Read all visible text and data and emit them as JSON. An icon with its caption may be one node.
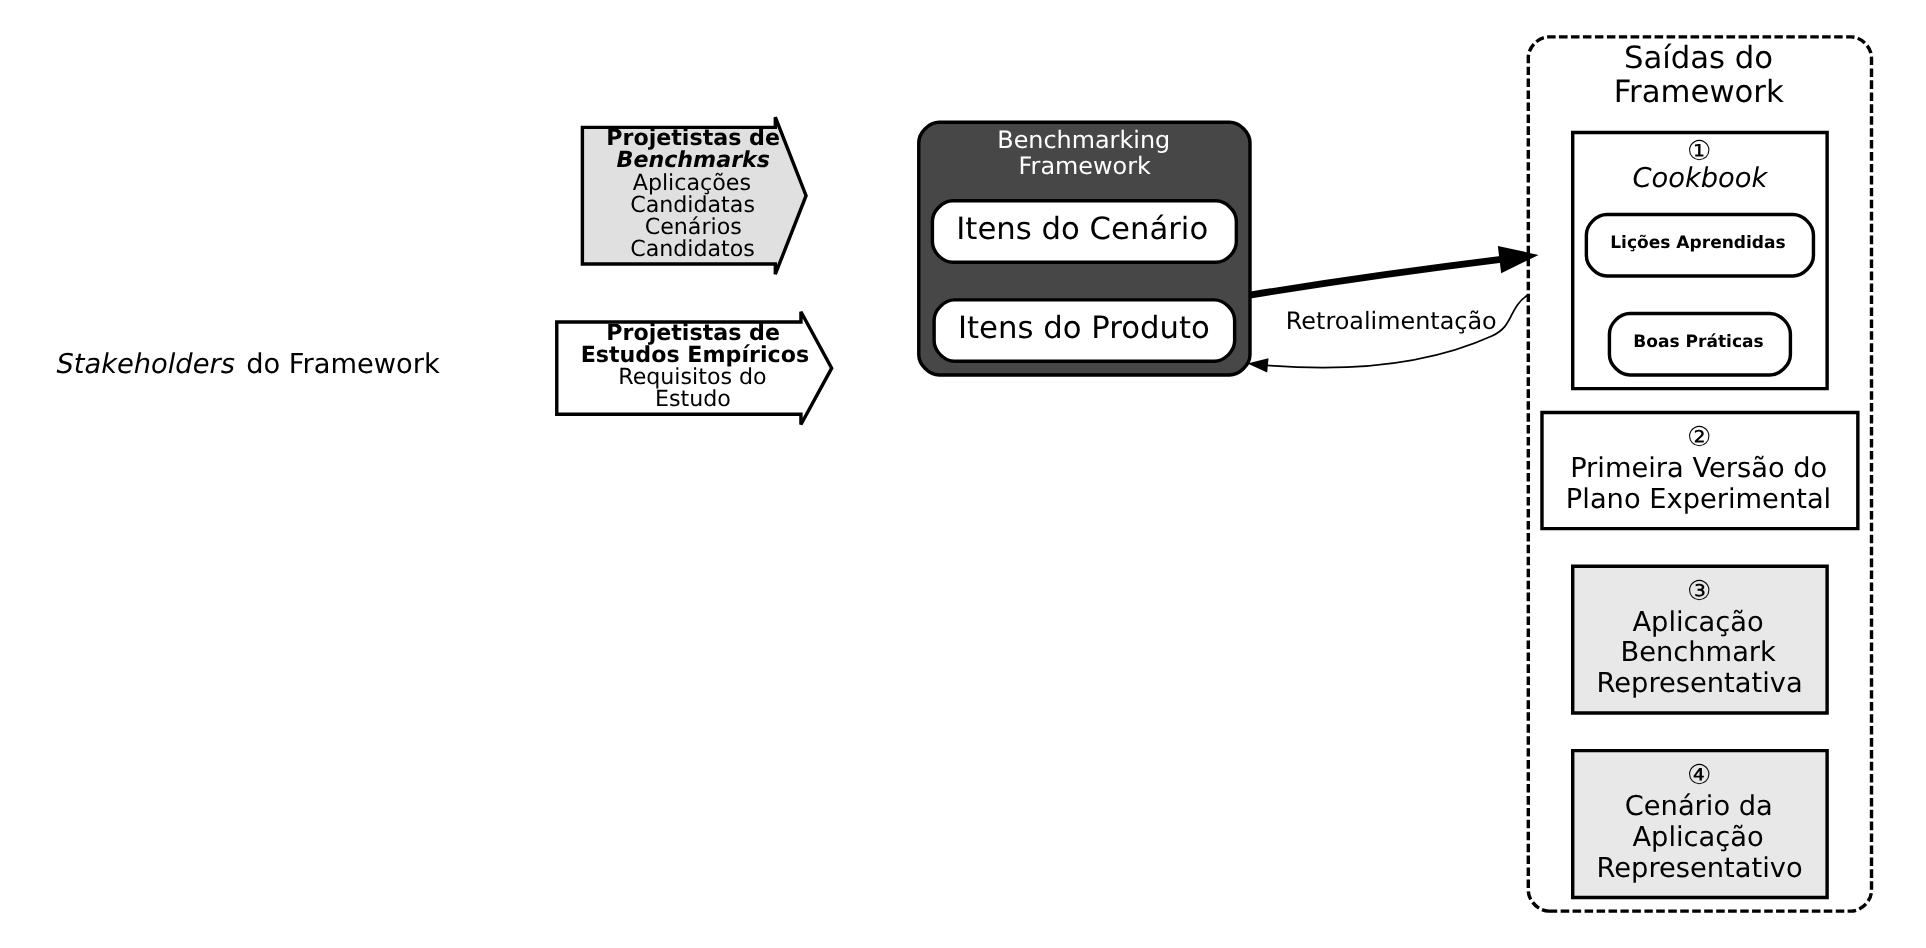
{
  "diagram": {
    "nodes": [
      {
        "text": [
          "Projetistas de Estudos Empíricos",
          "Requisitos do Estudo"
        ]
      },
      {
        "text": [
          "Projetistas de *Benchmarks*",
          "Aplicações Candidatas",
          "Cenários Candidatos"
        ]
      },
      {
        "text": [
          "Benchmarking Framework"
        ]
      },
      {
        "text": [
          "Itens do Produto"
        ],
        "in": 2
      },
      {
        "text": [
          "Itens do Cenário"
        ],
        "in": 2
      },
      {
        "text": [
          "Saídas do Framework"
        ]
      },
      {
        "text": [
          "①",
          "Cookbook"
        ],
        "in": 5
      },
      {
        "text": [
          "Lições Aprendidas"
        ],
        "in": 6
      },
      {
        "text": [
          "Boas Práticas"
        ],
        "in": 6
      },
      {
        "text": [
          "②",
          "Primeira Versão do Plano Experimental"
        ],
        "in": 5
      },
      {
        "text": [
          "③",
          "Aplicação Benchmark Representativa"
        ],
        "in": 5
      },
      {
        "text": [
          "④",
          "Cenário da Aplicação Representativo"
        ],
        "in": 5
      }
    ],
    "edges": [
      {
        "from": 2,
        "to": 5,
        "arrow": "to",
        "style": "thick"
      },
      {
        "from": 5,
        "to": 2,
        "arrow": "to",
        "label": "Retroalimentação"
      }
    ],
    "labels": [
      "*Stakeholders* do Framework"
    ]
  }
}
